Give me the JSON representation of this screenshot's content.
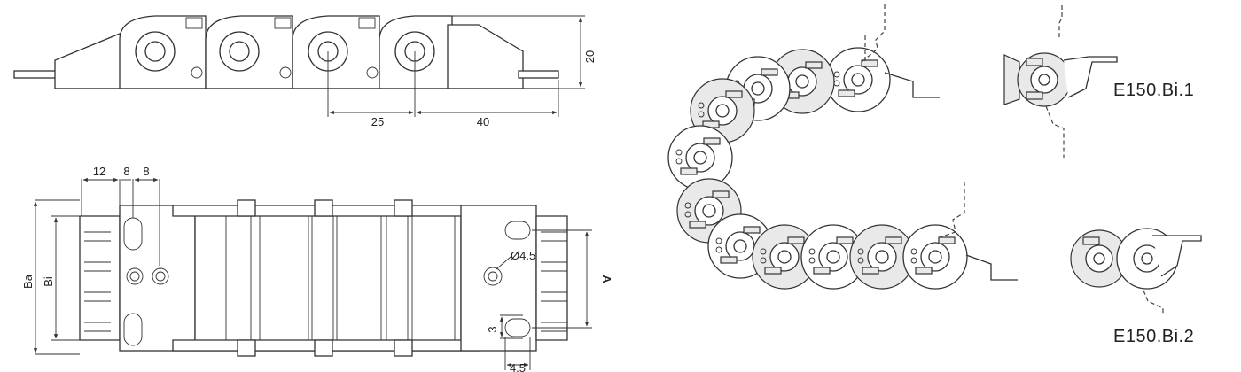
{
  "drawing": {
    "side_view": {
      "dims": {
        "height": "20",
        "pitch": "25",
        "end_length": "40"
      }
    },
    "top_view": {
      "dims": {
        "w1": "12",
        "w2": "8",
        "w3": "8",
        "hole": "Ø4.5",
        "slot": "3",
        "slot_w": "4.5"
      },
      "labels": {
        "ba": "Ba",
        "bi": "Bi",
        "a": "A"
      }
    },
    "variants": [
      {
        "label": "E150.Bi.1"
      },
      {
        "label": "E150.Bi.2"
      }
    ]
  }
}
